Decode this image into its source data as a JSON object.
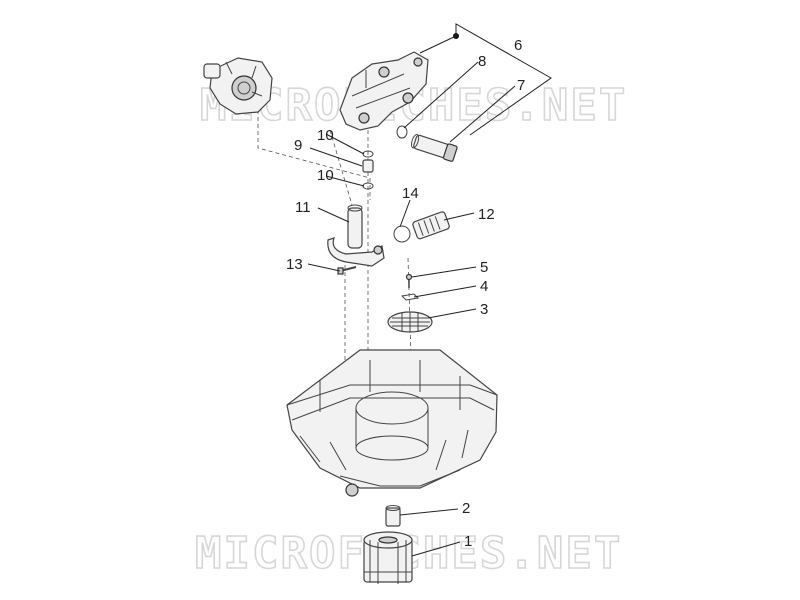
{
  "watermark": {
    "top": "MICROFICHES.NET",
    "bottom": "MICROFICHES.NET"
  },
  "callouts": [
    {
      "id": "1",
      "text": "1"
    },
    {
      "id": "2",
      "text": "2"
    },
    {
      "id": "3",
      "text": "3"
    },
    {
      "id": "4",
      "text": "4"
    },
    {
      "id": "5",
      "text": "5"
    },
    {
      "id": "6",
      "text": "6"
    },
    {
      "id": "7",
      "text": "7"
    },
    {
      "id": "8",
      "text": "8"
    },
    {
      "id": "9",
      "text": "9"
    },
    {
      "id": "10a",
      "text": "10"
    },
    {
      "id": "10b",
      "text": "10"
    },
    {
      "id": "11",
      "text": "11"
    },
    {
      "id": "12",
      "text": "12"
    },
    {
      "id": "13",
      "text": "13"
    },
    {
      "id": "14",
      "text": "14"
    }
  ]
}
